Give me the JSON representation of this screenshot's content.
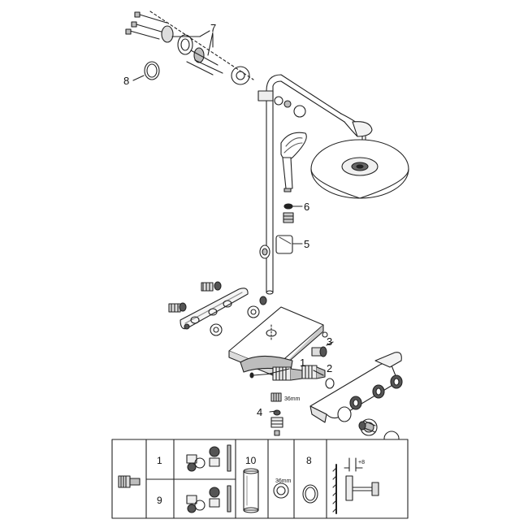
{
  "callouts": {
    "c1": "1",
    "c2": "2",
    "c3": "3",
    "c4": "4",
    "c5": "5",
    "c6": "6",
    "c7": "7",
    "c8": "8"
  },
  "dimension_label": "36mm",
  "parts_table": {
    "row1_number": "1",
    "row2_number": "9",
    "col_10": "10",
    "col_10_dim": "36mm",
    "col_8": "8",
    "dimension_plus": "+8"
  },
  "colors": {
    "line": "#222222",
    "shade": "#bdbdbd",
    "dark": "#555555"
  },
  "icons": [
    "adapter-icon",
    "hex-key-icon",
    "wall-bracket-icon"
  ]
}
